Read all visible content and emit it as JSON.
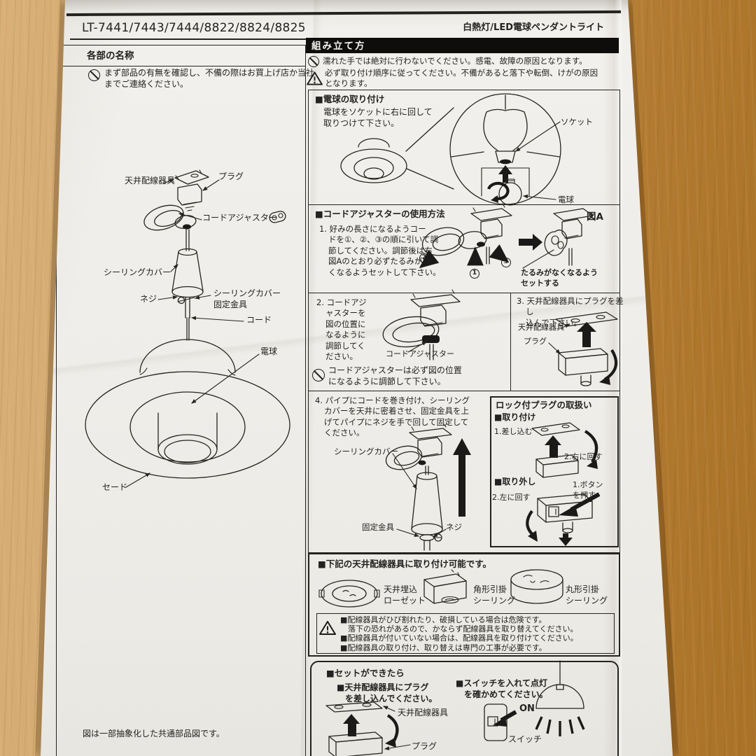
{
  "colors": {
    "ink": "#232220",
    "paper": "#f1efeb",
    "wood_light": "#d2a96f",
    "wood_dark": "#aa7226",
    "bar": "#0e0d0c"
  },
  "icons": {
    "prohibition": "circle-slash",
    "warning": "triangle-exclamation"
  },
  "header": {
    "models": "LT-7441/7443/7444/8822/8824/8825",
    "product": "白熱灯/LED電球ペンダントライト"
  },
  "parts": {
    "title": "各部の名称",
    "note": "まず部品の有無を確認し、不備の際はお買上げ店か当社\nまでご連絡ください。",
    "labels": {
      "ceiling_fixture": "天井配線器具",
      "plug": "プラグ",
      "cord_adjuster": "コードアジャスター",
      "ceiling_cover": "シーリングカバー",
      "screw": "ネジ",
      "bracket": "シーリングカバー\n固定金具",
      "cord": "コード",
      "bulb": "電球",
      "shade": "セード"
    },
    "footnote": "図は一部抽象化した共通部品図です。"
  },
  "assembly": {
    "bar_title": "組み立て方",
    "warn_wet": "濡れた手では絶対に行わないでください。感電、故障の原因となります。",
    "warn_order": "必ず取り付け順序に従ってください。不備があると落下や転倒、けがの原因\nとなります。",
    "bulb": {
      "title": "■電球の取り付け",
      "body": "電球をソケットに右に回して\n取りつけて下さい。",
      "socket_label": "ソケット",
      "bulb_label": "電球"
    },
    "adjuster": {
      "title": "■コードアジャスターの使用方法",
      "step1": "1. 好みの長さになるようコー\nドを①、②、③の順に引いて調\n節してください。調節後は右\n図Aのとおり必ずたるみがな\nくなるようセットして下さい。",
      "fig": "図A",
      "fig_caption": "たるみがなくなるよう\nセットする",
      "n1": "1",
      "n2": "2",
      "n3": "3"
    },
    "position": {
      "step2": "2. コードアジ\nャスターを\n図の位置に\nなるように\n調節してく\nださい。",
      "adjuster_label": "コードアジャスター",
      "warning": "コードアジャスターは必ず図の位置\nになるように調節して下さい。",
      "step3": "3. 天井配線器具にプラグを差し\n込んで下さい。",
      "fixture_label": "天井配線器具",
      "plug_label": "プラグ"
    },
    "fixmount": {
      "step4": "4. パイプにコードを巻き付け、シーリング\nカバーを天井に密着させ、固定金具を上\nげてパイプにネジを手で回して固定して\nください。",
      "cover_label": "シーリングカバー",
      "bracket_label": "固定金具",
      "screw_label": "ネジ"
    },
    "lock": {
      "title": "ロック付プラグの取扱い",
      "attach": "■取り付け",
      "a1": "1.差し込む",
      "a2": "2.右に回す",
      "detach": "■取り外し",
      "d1": "1.ボタン\nを押す",
      "d2": "2.左に回す"
    },
    "compat": {
      "title": "■下記の天井配線器具に取り付け可能です。",
      "f1": "天井埋込\nローゼット",
      "f2": "角形引掛\nシーリング",
      "f3": "丸形引掛\nシーリング",
      "warning": "■配線器具がひび割れたり、破損している場合は危険です。\n　落下の恐れがあるので、かならず配線器具を取り替えてください。\n■配線器具が付いていない場合は、配線器具を取り付けてください。\n■配線器具の取り付け、取り替えは専門の工事が必要です。"
    },
    "done": {
      "title": "■セットができたら",
      "plug_step": "■天井配線器具にプラグ\n　を差し込んでください。",
      "fixture_label": "天井配線器具",
      "plug_label": "プラグ",
      "switch_step": "■スイッチを入れて点灯\n　を確かめてください。",
      "on": "ON",
      "switch_label": "スイッチ"
    }
  }
}
